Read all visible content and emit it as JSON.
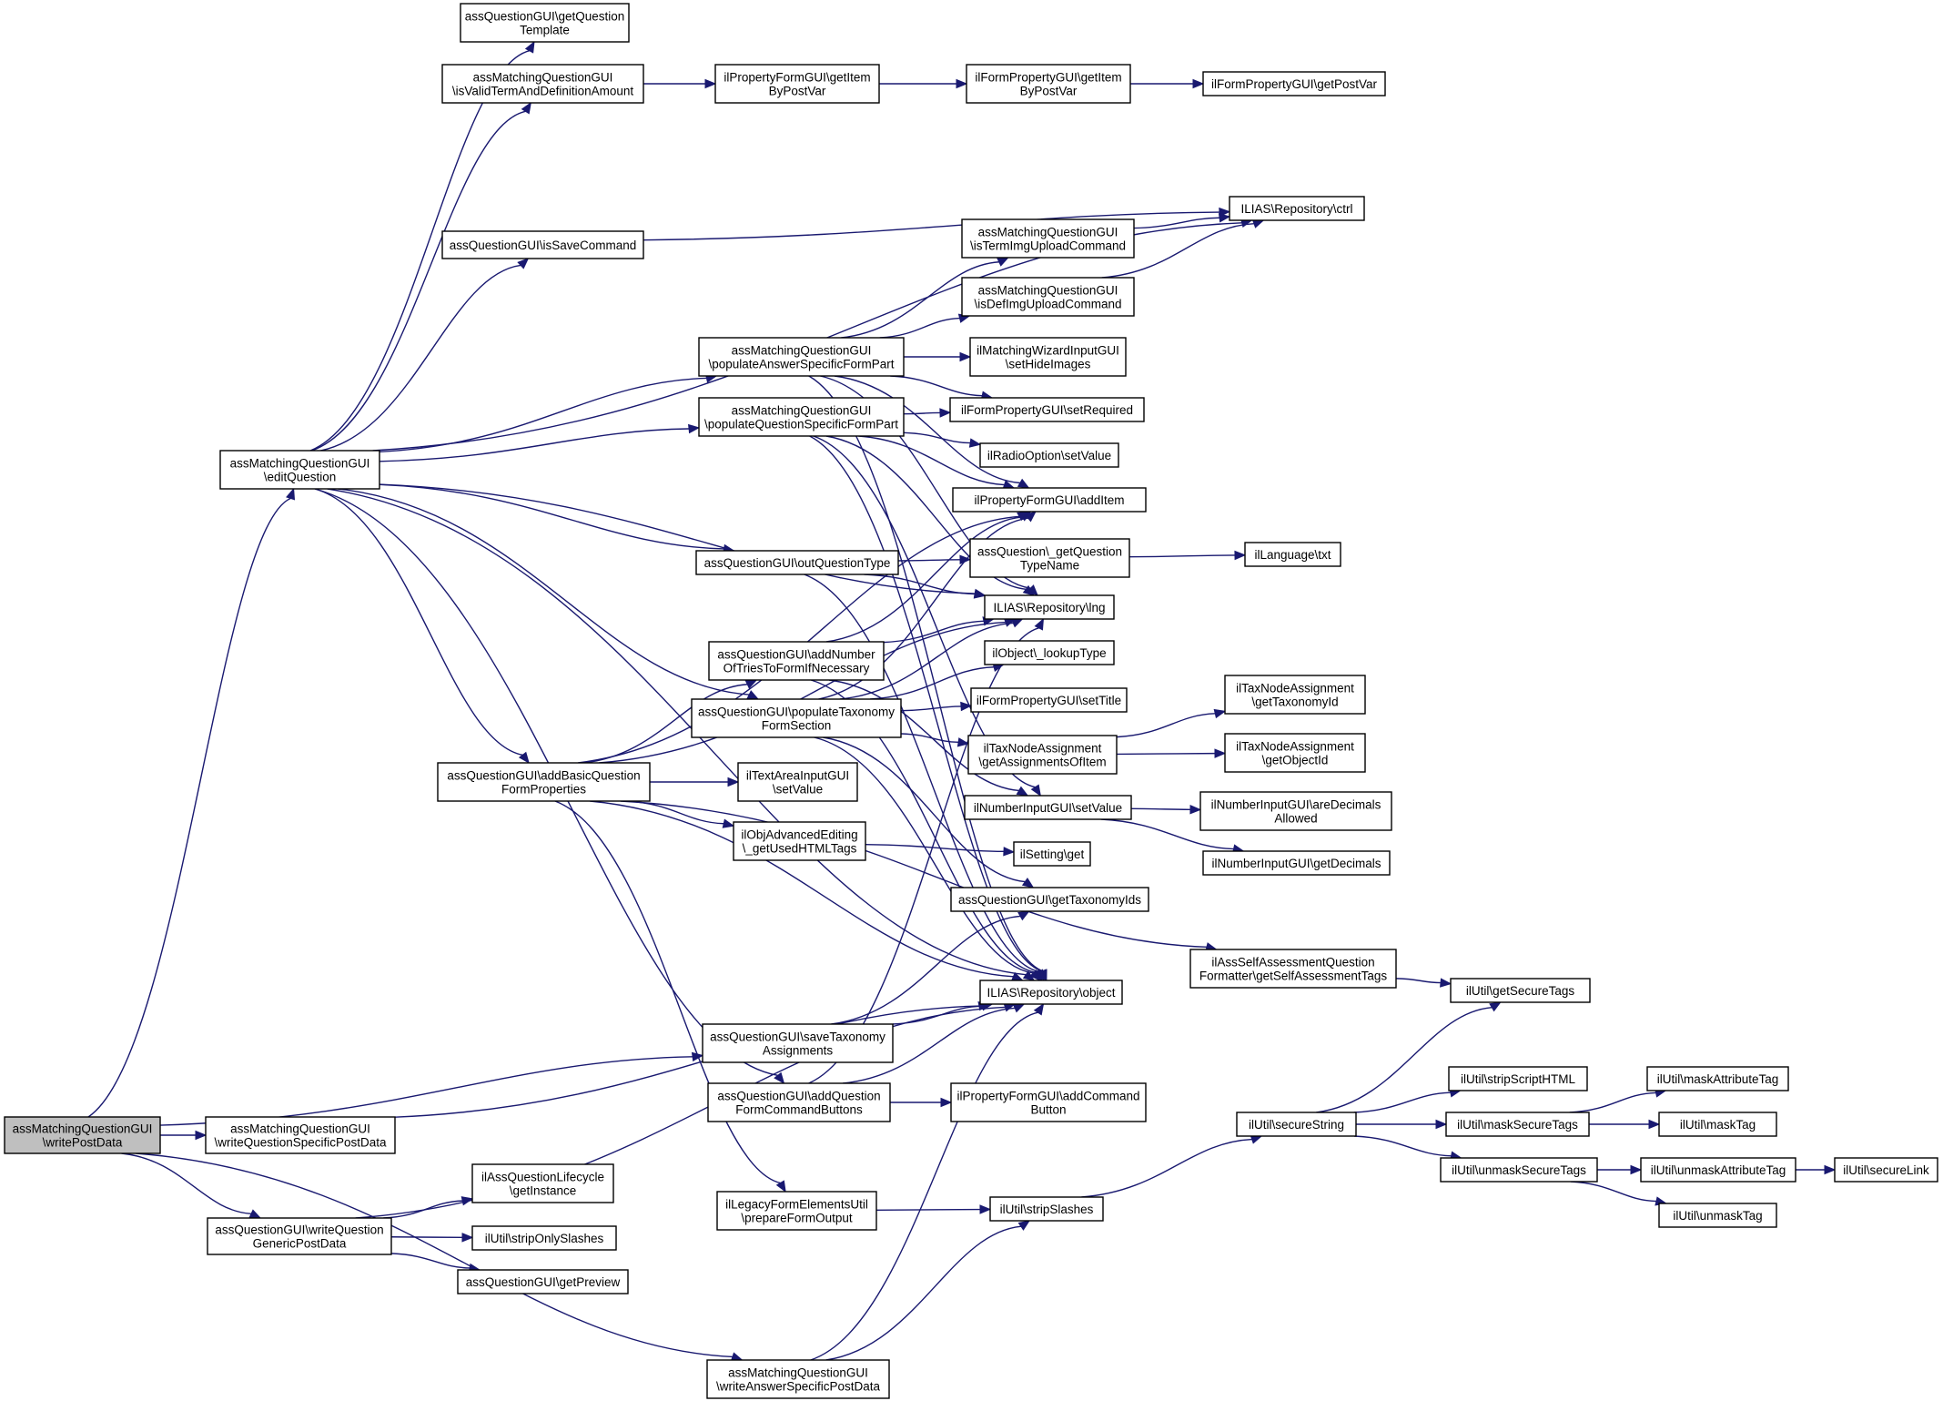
{
  "colors": {
    "edge": "#191970",
    "root_fill": "#bfbfbf",
    "node_fill": "#ffffff"
  },
  "nodes": [
    {
      "id": "root",
      "lines": [
        "assMatchingQuestionGUI",
        "\\writePostData"
      ]
    },
    {
      "id": "editQuestion",
      "lines": [
        "assMatchingQuestionGUI",
        "\\editQuestion"
      ]
    },
    {
      "id": "writeQSPD",
      "lines": [
        "assMatchingQuestionGUI",
        "\\writeQuestionSpecificPostData"
      ]
    },
    {
      "id": "writeQGPD",
      "lines": [
        "assQuestionGUI\\writeQuestion",
        "GenericPostData"
      ]
    },
    {
      "id": "getQTemplate",
      "lines": [
        "assQuestionGUI\\getQuestion",
        "Template"
      ]
    },
    {
      "id": "isValidTerm",
      "lines": [
        "assMatchingQuestionGUI",
        "\\isValidTermAndDefinitionAmount"
      ]
    },
    {
      "id": "isSaveCommand",
      "lines": [
        "assQuestionGUI\\isSaveCommand"
      ]
    },
    {
      "id": "addBasicQFP",
      "lines": [
        "assQuestionGUI\\addBasicQuestion",
        "FormProperties"
      ]
    },
    {
      "id": "getItemByPostVar1",
      "lines": [
        "ilPropertyFormGUI\\getItem",
        "ByPostVar"
      ]
    },
    {
      "id": "getItemByPostVar2",
      "lines": [
        "ilFormPropertyGUI\\getItem",
        "ByPostVar"
      ]
    },
    {
      "id": "getPostVar",
      "lines": [
        "ilFormPropertyGUI\\getPostVar"
      ]
    },
    {
      "id": "ctrl",
      "lines": [
        "ILIAS\\Repository\\ctrl"
      ]
    },
    {
      "id": "isTermImg",
      "lines": [
        "assMatchingQuestionGUI",
        "\\isTermImgUploadCommand"
      ]
    },
    {
      "id": "isDefImg",
      "lines": [
        "assMatchingQuestionGUI",
        "\\isDefImgUploadCommand"
      ]
    },
    {
      "id": "popASFP",
      "lines": [
        "assMatchingQuestionGUI",
        "\\populateAnswerSpecificFormPart"
      ]
    },
    {
      "id": "popQSFP",
      "lines": [
        "assMatchingQuestionGUI",
        "\\populateQuestionSpecificFormPart"
      ]
    },
    {
      "id": "setHideImages",
      "lines": [
        "ilMatchingWizardInputGUI",
        "\\setHideImages"
      ]
    },
    {
      "id": "setRequired",
      "lines": [
        "ilFormPropertyGUI\\setRequired"
      ]
    },
    {
      "id": "radioSetValue",
      "lines": [
        "ilRadioOption\\setValue"
      ]
    },
    {
      "id": "addItem",
      "lines": [
        "ilPropertyFormGUI\\addItem"
      ]
    },
    {
      "id": "outQType",
      "lines": [
        "assQuestionGUI\\outQuestionType"
      ]
    },
    {
      "id": "getQTypeName",
      "lines": [
        "assQuestion\\_getQuestion",
        "TypeName"
      ]
    },
    {
      "id": "txt",
      "lines": [
        "ilLanguage\\txt"
      ]
    },
    {
      "id": "lng",
      "lines": [
        "ILIAS\\Repository\\lng"
      ]
    },
    {
      "id": "addNumTries",
      "lines": [
        "assQuestionGUI\\addNumber",
        "OfTriesToFormIfNecessary"
      ]
    },
    {
      "id": "lookupType",
      "lines": [
        "ilObject\\_lookupType"
      ]
    },
    {
      "id": "popTaxFS",
      "lines": [
        "assQuestionGUI\\populateTaxonomy",
        "FormSection"
      ]
    },
    {
      "id": "setTitle",
      "lines": [
        "ilFormPropertyGUI\\setTitle"
      ]
    },
    {
      "id": "getAssignments",
      "lines": [
        "ilTaxNodeAssignment",
        "\\getAssignmentsOfItem"
      ]
    },
    {
      "id": "getTaxonomyId",
      "lines": [
        "ilTaxNodeAssignment",
        "\\getTaxonomyId"
      ]
    },
    {
      "id": "getObjectId",
      "lines": [
        "ilTaxNodeAssignment",
        "\\getObjectId"
      ]
    },
    {
      "id": "textAreaSetValue",
      "lines": [
        "ilTextAreaInputGUI",
        "\\setValue"
      ]
    },
    {
      "id": "numSetValue",
      "lines": [
        "ilNumberInputGUI\\setValue"
      ]
    },
    {
      "id": "areDecimals",
      "lines": [
        "ilNumberInputGUI\\areDecimals",
        "Allowed"
      ]
    },
    {
      "id": "getDecimals",
      "lines": [
        "ilNumberInputGUI\\getDecimals"
      ]
    },
    {
      "id": "getUsedHTML",
      "lines": [
        "ilObjAdvancedEditing",
        "\\_getUsedHTMLTags"
      ]
    },
    {
      "id": "settingGet",
      "lines": [
        "ilSetting\\get"
      ]
    },
    {
      "id": "getTaxIds",
      "lines": [
        "assQuestionGUI\\getTaxonomyIds"
      ]
    },
    {
      "id": "getSelfAssess",
      "lines": [
        "ilAssSelfAssessmentQuestion",
        "Formatter\\getSelfAssessmentTags"
      ]
    },
    {
      "id": "object",
      "lines": [
        "ILIAS\\Repository\\object"
      ]
    },
    {
      "id": "getSecureTags",
      "lines": [
        "ilUtil\\getSecureTags"
      ]
    },
    {
      "id": "saveTaxAssign",
      "lines": [
        "assQuestionGUI\\saveTaxonomy",
        "Assignments"
      ]
    },
    {
      "id": "stripScriptHTML",
      "lines": [
        "ilUtil\\stripScriptHTML"
      ]
    },
    {
      "id": "maskAttributeTag",
      "lines": [
        "ilUtil\\maskAttributeTag"
      ]
    },
    {
      "id": "addQFCB",
      "lines": [
        "assQuestionGUI\\addQuestion",
        "FormCommandButtons"
      ]
    },
    {
      "id": "addCmdButton",
      "lines": [
        "ilPropertyFormGUI\\addCommand",
        "Button"
      ]
    },
    {
      "id": "secureString",
      "lines": [
        "ilUtil\\secureString"
      ]
    },
    {
      "id": "maskSecureTags",
      "lines": [
        "ilUtil\\maskSecureTags"
      ]
    },
    {
      "id": "maskTag",
      "lines": [
        "ilUtil\\maskTag"
      ]
    },
    {
      "id": "unmaskSecureTags",
      "lines": [
        "ilUtil\\unmaskSecureTags"
      ]
    },
    {
      "id": "unmaskAttributeTag",
      "lines": [
        "ilUtil\\unmaskAttributeTag"
      ]
    },
    {
      "id": "secureLink",
      "lines": [
        "ilUtil\\secureLink"
      ]
    },
    {
      "id": "getInstance",
      "lines": [
        "ilAssQuestionLifecycle",
        "\\getInstance"
      ]
    },
    {
      "id": "prepareFormOutput",
      "lines": [
        "ilLegacyFormElementsUtil",
        "\\prepareFormOutput"
      ]
    },
    {
      "id": "stripSlashes",
      "lines": [
        "ilUtil\\stripSlashes"
      ]
    },
    {
      "id": "unmaskTag",
      "lines": [
        "ilUtil\\unmaskTag"
      ]
    },
    {
      "id": "stripOnlySlashes",
      "lines": [
        "ilUtil\\stripOnlySlashes"
      ]
    },
    {
      "id": "getPreview",
      "lines": [
        "assQuestionGUI\\getPreview"
      ]
    },
    {
      "id": "writeASPD",
      "lines": [
        "assMatchingQuestionGUI",
        "\\writeAnswerSpecificPostData"
      ]
    }
  ]
}
